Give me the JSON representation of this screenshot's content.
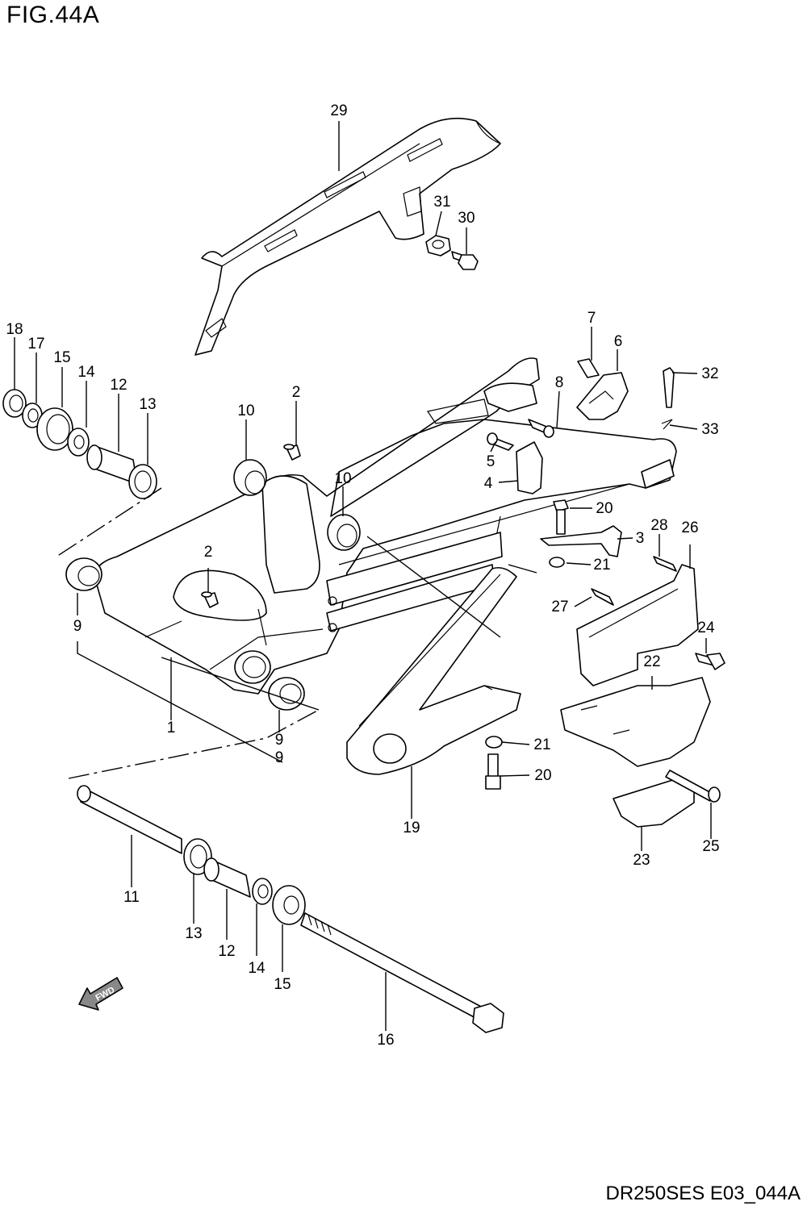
{
  "figure": {
    "title": "FIG.44A",
    "code": "DR250SES E03_044A"
  },
  "fwd_label": "FWD",
  "callouts": [
    {
      "id": "c29",
      "text": "29"
    },
    {
      "id": "c31",
      "text": "31"
    },
    {
      "id": "c30",
      "text": "30"
    },
    {
      "id": "c18",
      "text": "18"
    },
    {
      "id": "c17",
      "text": "17"
    },
    {
      "id": "c15a",
      "text": "15"
    },
    {
      "id": "c14a",
      "text": "14"
    },
    {
      "id": "c12a",
      "text": "12"
    },
    {
      "id": "c13a",
      "text": "13"
    },
    {
      "id": "c10a",
      "text": "10"
    },
    {
      "id": "c2a",
      "text": "2"
    },
    {
      "id": "c10b",
      "text": "10"
    },
    {
      "id": "c7",
      "text": "7"
    },
    {
      "id": "c6",
      "text": "6"
    },
    {
      "id": "c32",
      "text": "32"
    },
    {
      "id": "c8",
      "text": "8"
    },
    {
      "id": "c33",
      "text": "33"
    },
    {
      "id": "c5",
      "text": "5"
    },
    {
      "id": "c4",
      "text": "4"
    },
    {
      "id": "c20a",
      "text": "20"
    },
    {
      "id": "c3",
      "text": "3"
    },
    {
      "id": "c28",
      "text": "28"
    },
    {
      "id": "c26",
      "text": "26"
    },
    {
      "id": "c21a",
      "text": "21"
    },
    {
      "id": "c2b",
      "text": "2"
    },
    {
      "id": "c27",
      "text": "27"
    },
    {
      "id": "c9a",
      "text": "9"
    },
    {
      "id": "c24",
      "text": "24"
    },
    {
      "id": "c22",
      "text": "22"
    },
    {
      "id": "c1",
      "text": "1"
    },
    {
      "id": "c9b",
      "text": "9"
    },
    {
      "id": "c21b",
      "text": "21"
    },
    {
      "id": "c9c",
      "text": "9"
    },
    {
      "id": "c20b",
      "text": "20"
    },
    {
      "id": "c19",
      "text": "19"
    },
    {
      "id": "c25",
      "text": "25"
    },
    {
      "id": "c23",
      "text": "23"
    },
    {
      "id": "c11",
      "text": "11"
    },
    {
      "id": "c13b",
      "text": "13"
    },
    {
      "id": "c12b",
      "text": "12"
    },
    {
      "id": "c14b",
      "text": "14"
    },
    {
      "id": "c15b",
      "text": "15"
    },
    {
      "id": "c16",
      "text": "16"
    }
  ]
}
